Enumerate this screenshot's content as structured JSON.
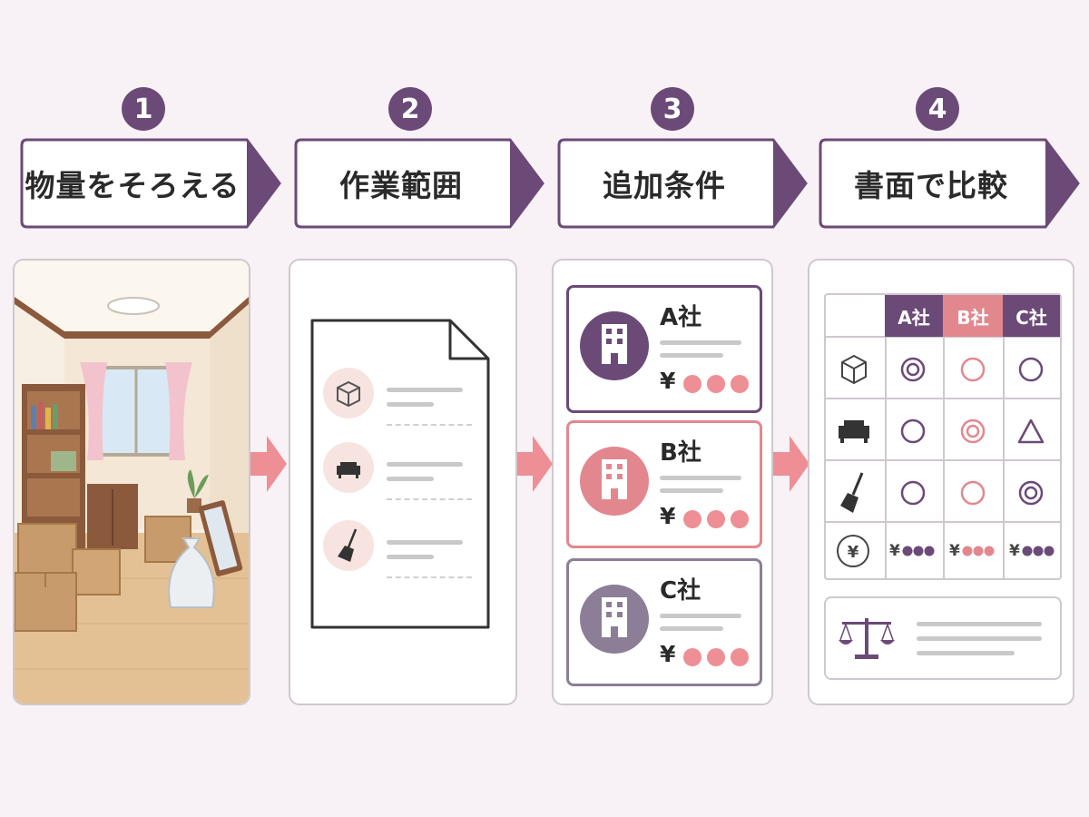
{
  "steps": [
    {
      "number": "1",
      "label": "物量をそろえる"
    },
    {
      "number": "2",
      "label": "作業範囲"
    },
    {
      "number": "3",
      "label": "追加条件"
    },
    {
      "number": "4",
      "label": "書面で比較"
    }
  ],
  "companies": [
    {
      "name": "A社",
      "price_prefix": "¥"
    },
    {
      "name": "B社",
      "price_prefix": "¥"
    },
    {
      "name": "C社",
      "price_prefix": "¥"
    }
  ],
  "comparison": {
    "headers": [
      "A社",
      "B社",
      "C社"
    ],
    "header_colors": [
      "#6b4a78",
      "#e3878f",
      "#6b4a78"
    ],
    "rows": [
      {
        "icon": "box-icon",
        "marks": [
          "◎",
          "○",
          "○"
        ]
      },
      {
        "icon": "sofa-icon",
        "marks": [
          "○",
          "◎",
          "△"
        ]
      },
      {
        "icon": "broom-icon",
        "marks": [
          "○",
          "○",
          "◎"
        ]
      }
    ],
    "price_row": {
      "icon": "yen-coin-icon",
      "prefix": "¥"
    }
  },
  "colors": {
    "purple": "#6b4a78",
    "pink": "#e3878f",
    "gray_purple": "#8c7e97",
    "arrow": "#ee8e95"
  }
}
